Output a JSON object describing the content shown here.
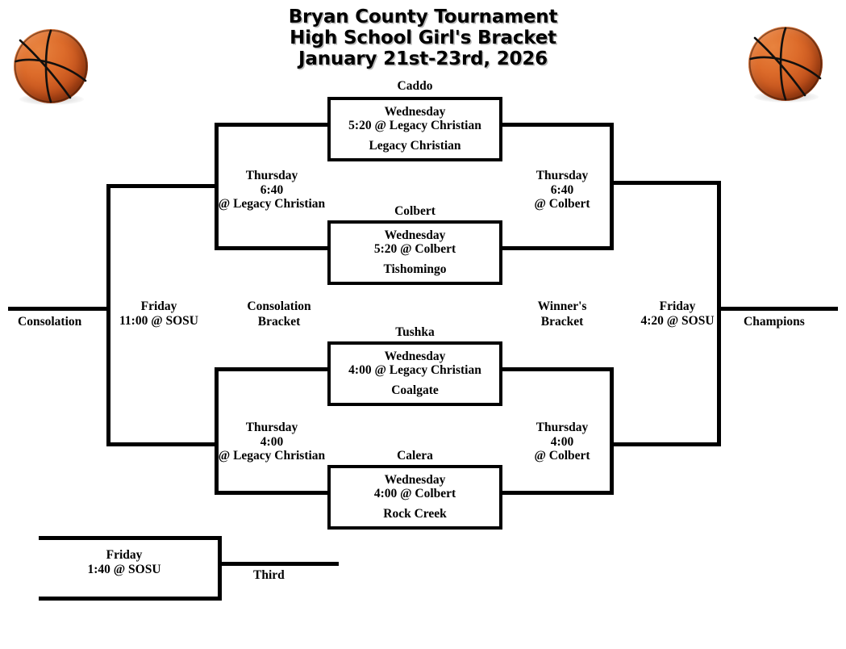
{
  "title": {
    "line1": "Bryan County Tournament",
    "line2": "High School Girl's Bracket",
    "line3": "January 21st-23rd, 2026"
  },
  "decor": {
    "basketball_left": "basketball-icon",
    "basketball_right": "basketball-icon"
  },
  "games": [
    {
      "id": "quarterfinal-1",
      "seed_top": "Caddo",
      "day": "Wednesday",
      "time_site": "5:20 @ Legacy Christian",
      "seed_bottom": "Legacy Christian"
    },
    {
      "id": "quarterfinal-2",
      "seed_top": "Colbert",
      "day": "Wednesday",
      "time_site": "5:20 @ Colbert",
      "seed_bottom": "Tishomingo"
    },
    {
      "id": "quarterfinal-3",
      "seed_top": "Tushka",
      "day": "Wednesday",
      "time_site": "4:00 @ Legacy Christian",
      "seed_bottom": "Coalgate"
    },
    {
      "id": "quarterfinal-4",
      "seed_top": "Calera",
      "day": "Wednesday",
      "time_site": "4:00 @ Colbert",
      "seed_bottom": "Rock Creek"
    }
  ],
  "semifinals": {
    "consolation_upper": {
      "day": "Thursday",
      "time": "6:40",
      "site": "@ Legacy Christian"
    },
    "consolation_lower": {
      "day": "Thursday",
      "time": "4:00",
      "site": "@ Legacy Christian"
    },
    "winners_upper": {
      "day": "Thursday",
      "time": "6:40",
      "site": "@ Colbert"
    },
    "winners_lower": {
      "day": "Thursday",
      "time": "4:00",
      "site": "@ Colbert"
    }
  },
  "finals": {
    "consolation_final": {
      "day": "Friday",
      "time_site": "11:00 @ SOSU"
    },
    "championship": {
      "day": "Friday",
      "time_site": "4:20 @ SOSU"
    },
    "third_place": {
      "day": "Friday",
      "time_site": "1:40 @ SOSU"
    }
  },
  "bracket_labels": {
    "consolation_bracket_l1": "Consolation",
    "consolation_bracket_l2": "Bracket",
    "winners_bracket_l1": "Winner's",
    "winners_bracket_l2": "Bracket"
  },
  "outcomes": {
    "consolation": "Consolation",
    "champions": "Champions",
    "third": "Third"
  }
}
